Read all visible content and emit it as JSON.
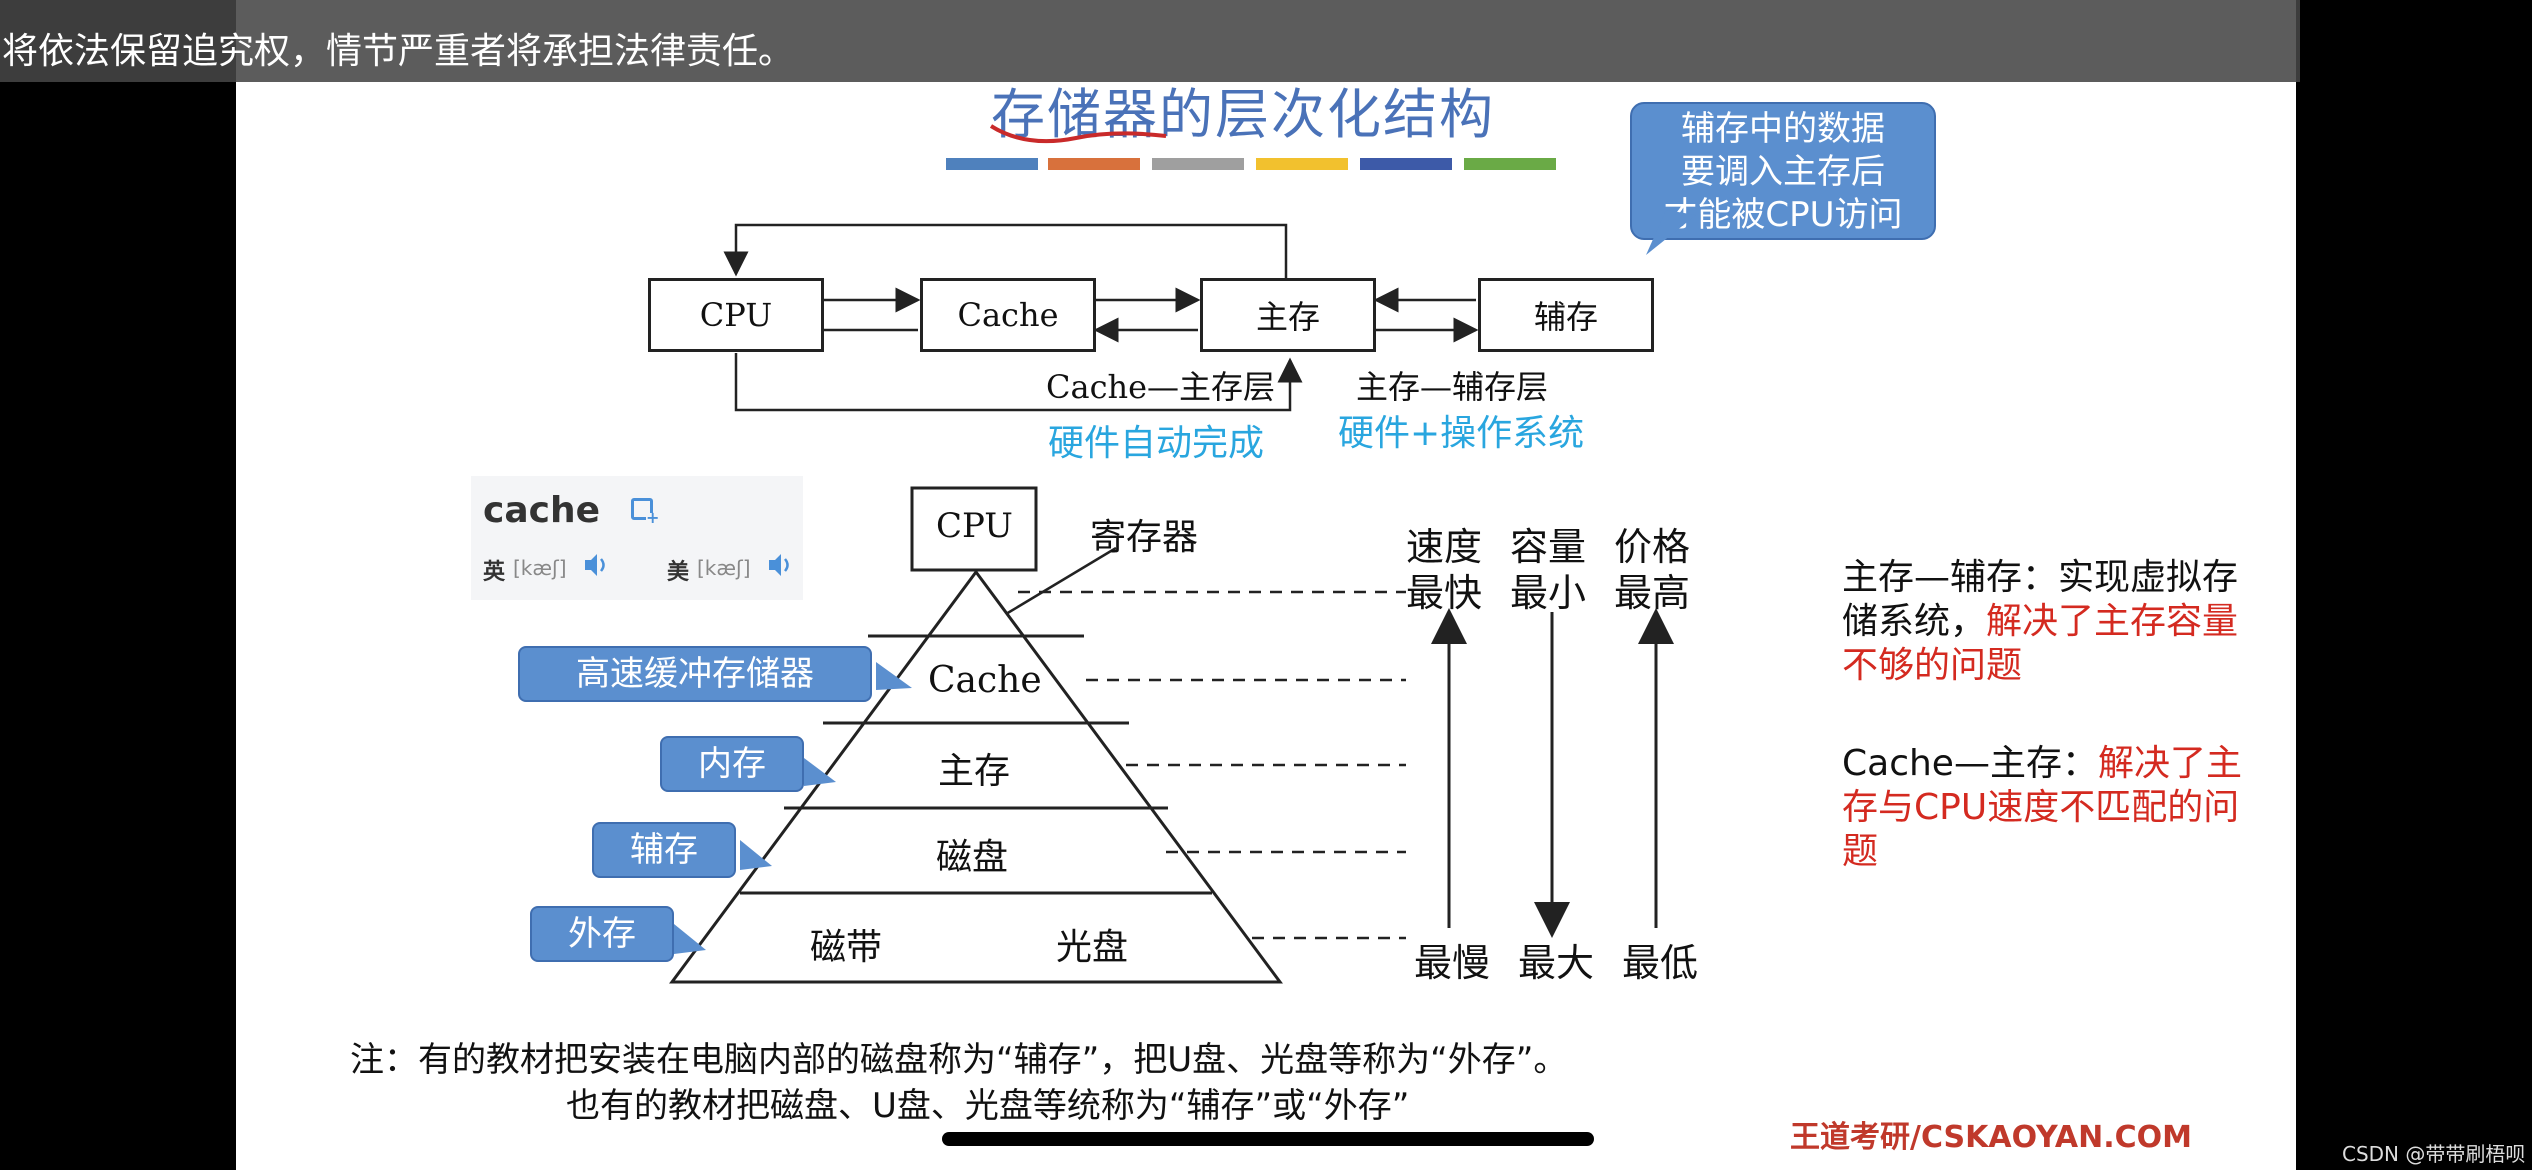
{
  "banner": {
    "text": "将依法保留追究权，情节严重者将承担法律责任。"
  },
  "slide": {
    "title": "存储器的层次化结构",
    "color_bars": [
      "#4f81bd",
      "#d8713c",
      "#9f9f9f",
      "#f2c12e",
      "#3d5aa8",
      "#6aaa46"
    ]
  },
  "top_diagram": {
    "cpu": "CPU",
    "cache": "Cache",
    "main": "主存",
    "aux": "辅存",
    "cache_main_label": "Cache—主存层",
    "main_aux_label": "主存—辅存层",
    "hw_auto": "硬件自动完成",
    "hw_os": "硬件+操作系统"
  },
  "callout_top": {
    "lines": [
      "辅存中的数据",
      "要调入主存后",
      "才能被CPU访问"
    ]
  },
  "dictionary": {
    "word": "cache",
    "uk_label": "英",
    "uk_ipa": "[kæʃ]",
    "us_label": "美",
    "us_ipa": "[kæʃ]"
  },
  "pyramid": {
    "cpu": "CPU",
    "register": "寄存器",
    "cache": "Cache",
    "main": "主存",
    "disk": "磁盘",
    "tape": "磁带",
    "optical": "光盘"
  },
  "side_tags": [
    "高速缓冲存储器",
    "内存",
    "辅存",
    "外存"
  ],
  "metrics": {
    "speed_top": [
      "速度",
      "最快"
    ],
    "capacity_top": [
      "容量",
      "最小"
    ],
    "price_top": [
      "价格",
      "最高"
    ],
    "speed_bottom": "最慢",
    "capacity_bottom": "最大",
    "price_bottom": "最低"
  },
  "right_notes": {
    "note1_black": "主存—辅存：实现虚拟存储系统，",
    "note1_red": "解决了主存容量不够的问题",
    "note2_black": "Cache—主存：",
    "note2_red": "解决了主存与CPU速度不匹配的问题"
  },
  "footnote": {
    "line1": "注：有的教材把安装在电脑内部的磁盘称为“辅存”，把U盘、光盘等称为“外存”。",
    "line2": "也有的教材把磁盘、U盘、光盘等统称为“辅存”或“外存”"
  },
  "brand": "王道考研/CSKAOYAN.COM",
  "watermark": "CSDN @带带刷梧呗",
  "colors": {
    "accent_blue": "#4a72b8",
    "tag_blue": "#5b8fcf",
    "annotation_cyan": "#29a6df",
    "highlight_red": "#d42a20",
    "brand_red": "#c0392b"
  }
}
